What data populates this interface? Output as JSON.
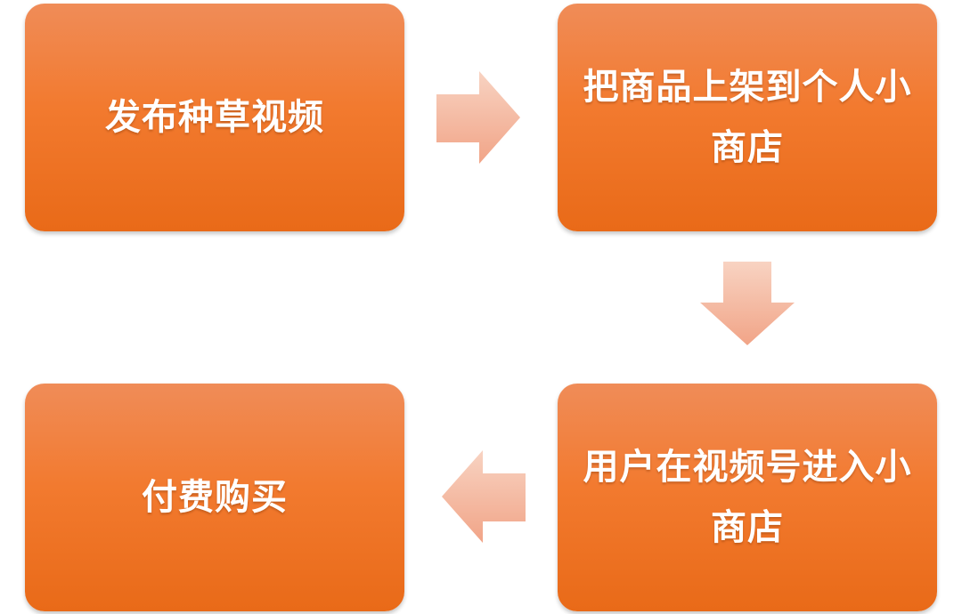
{
  "steps": [
    {
      "label": "发布种草视频"
    },
    {
      "label": "把商品上架到个人小商店"
    },
    {
      "label": "用户在视频号进入小商店"
    },
    {
      "label": "付费购买"
    }
  ],
  "colors": {
    "box_top": "#f08c58",
    "box_bottom": "#e96a18",
    "arrow_light": "#f7cbb8",
    "arrow_dark": "#f1a488"
  }
}
